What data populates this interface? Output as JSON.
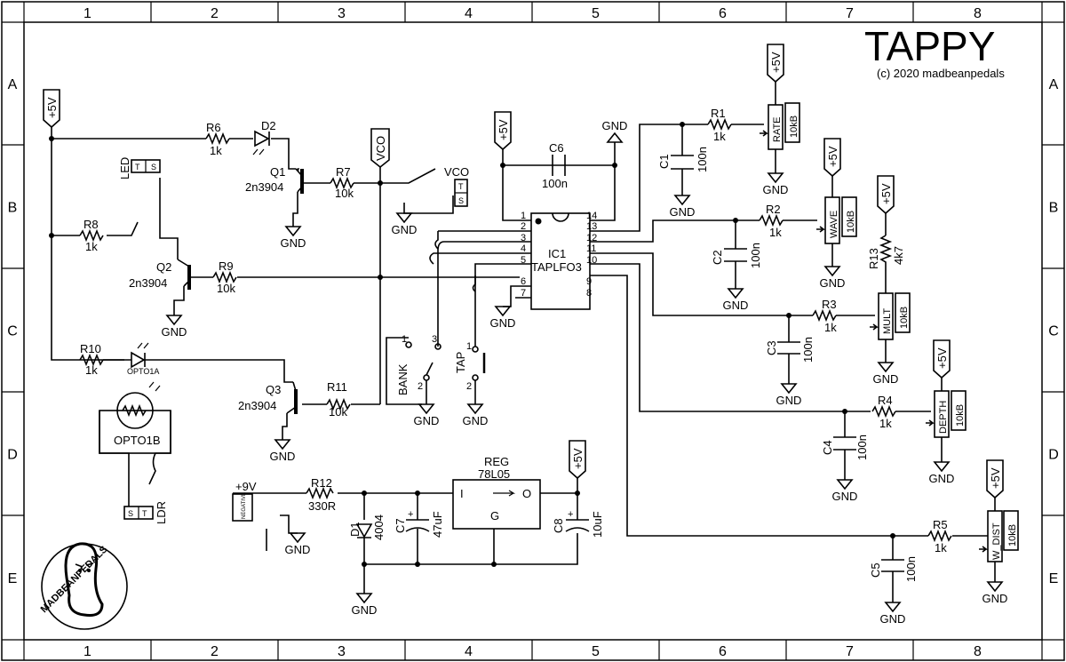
{
  "title": "TAPPY",
  "copyright": "(c) 2020 madbeanpedals",
  "logo_text": "MADBEANPEDALS",
  "frame": {
    "columns": [
      "1",
      "2",
      "3",
      "4",
      "5",
      "6",
      "7",
      "8"
    ],
    "rows": [
      "A",
      "B",
      "C",
      "D",
      "E"
    ]
  },
  "ic": {
    "ref": "IC1",
    "value": "TAPLFO3",
    "left_pins": [
      "1",
      "2",
      "3",
      "4",
      "5",
      "6",
      "7"
    ],
    "right_pins": [
      "14",
      "13",
      "12",
      "11",
      "10",
      "9",
      "8"
    ]
  },
  "resistors": [
    {
      "ref": "R1",
      "value": "1k"
    },
    {
      "ref": "R2",
      "value": "1k"
    },
    {
      "ref": "R3",
      "value": "1k"
    },
    {
      "ref": "R4",
      "value": "1k"
    },
    {
      "ref": "R5",
      "value": "1k"
    },
    {
      "ref": "R6",
      "value": "1k"
    },
    {
      "ref": "R7",
      "value": "10k"
    },
    {
      "ref": "R8",
      "value": "1k"
    },
    {
      "ref": "R9",
      "value": "10k"
    },
    {
      "ref": "R10",
      "value": "1k"
    },
    {
      "ref": "R11",
      "value": "10k"
    },
    {
      "ref": "R12",
      "value": "330R"
    },
    {
      "ref": "R13",
      "value": "4k7"
    }
  ],
  "capacitors": [
    {
      "ref": "C1",
      "value": "100n"
    },
    {
      "ref": "C2",
      "value": "100n"
    },
    {
      "ref": "C3",
      "value": "100n"
    },
    {
      "ref": "C4",
      "value": "100n"
    },
    {
      "ref": "C5",
      "value": "100n"
    },
    {
      "ref": "C6",
      "value": "100n"
    },
    {
      "ref": "C7",
      "value": "47uF"
    },
    {
      "ref": "C8",
      "value": "10uF"
    }
  ],
  "pots": [
    {
      "ref": "RATE",
      "value": "10kB"
    },
    {
      "ref": "WAVE",
      "value": "10kB"
    },
    {
      "ref": "MULT",
      "value": "10kB"
    },
    {
      "ref": "DEPTH",
      "value": "10kB"
    },
    {
      "ref": "W_DIST",
      "value": "10kB"
    }
  ],
  "transistors": [
    {
      "ref": "Q1",
      "value": "2n3904"
    },
    {
      "ref": "Q2",
      "value": "2n3904"
    },
    {
      "ref": "Q3",
      "value": "2n3904"
    }
  ],
  "diodes": {
    "d1_ref": "D1",
    "d1_value": "4004",
    "d2_ref": "D2"
  },
  "optos": {
    "a": "OPTO1A",
    "b": "OPTO1B"
  },
  "regulator": {
    "ref": "REG",
    "value": "78L05",
    "in": "I",
    "out": "O",
    "gnd": "G"
  },
  "switches": {
    "bank": "BANK",
    "tap": "TAP",
    "pin1": "1",
    "pin2": "2",
    "pin3": "3"
  },
  "connectors": {
    "led": "LED",
    "ldr": "LDR",
    "vco": "VCO",
    "pad_t": "T",
    "pad_s": "S",
    "plus9v": "+9V",
    "pwr_tiny": "NEGATIVE"
  },
  "supply": {
    "plus5": "+5V",
    "gnd": "GND"
  }
}
